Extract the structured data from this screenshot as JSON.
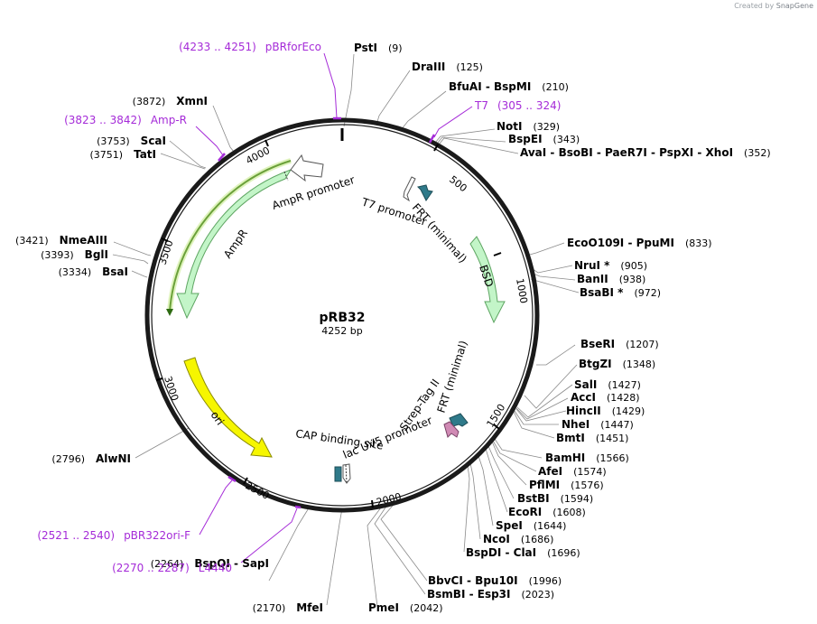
{
  "credit": {
    "created_by": "Created by",
    "app": "SnapGene"
  },
  "plasmid": {
    "name": "pRB32",
    "length": 4252,
    "length_label": "4252 bp"
  },
  "colors": {
    "backbone": "#1a1a1a",
    "primer": "#a52bd8",
    "leader": "#8a8a8a",
    "feature_green": "#c3f5c8",
    "feature_green_stroke": "#5ea562",
    "ori_yellow": "#f6f600",
    "ori_stroke": "#8a8a00",
    "frt_teal": "#2f7a8a",
    "strep_pink": "#d08ab4"
  },
  "ticks": [
    "500",
    "1000",
    "1500",
    "2000",
    "2500",
    "3000",
    "3500",
    "4000"
  ],
  "enzymes": [
    {
      "label": "PstI",
      "pos": "(9)"
    },
    {
      "label": "DraIII",
      "pos": "(125)"
    },
    {
      "label": "BfuAI  -  BspMI",
      "pos": "(210)"
    },
    {
      "label": "NotI",
      "pos": "(329)"
    },
    {
      "label": "BspEI",
      "pos": "(343)"
    },
    {
      "label": "AvaI  -  BsoBI  -  PaeR7I  -  PspXI  -  XhoI",
      "pos": "(352)"
    },
    {
      "label": "EcoO109I  -  PpuMI",
      "pos": "(833)"
    },
    {
      "label": "NruI *",
      "pos": "(905)"
    },
    {
      "label": "BanII",
      "pos": "(938)"
    },
    {
      "label": "BsaBI *",
      "pos": "(972)"
    },
    {
      "label": "BseRI",
      "pos": "(1207)"
    },
    {
      "label": "BtgZI",
      "pos": "(1348)"
    },
    {
      "label": "SalI",
      "pos": "(1427)"
    },
    {
      "label": "AccI",
      "pos": "(1428)"
    },
    {
      "label": "HincII",
      "pos": "(1429)"
    },
    {
      "label": "NheI",
      "pos": "(1447)"
    },
    {
      "label": "BmtI",
      "pos": "(1451)"
    },
    {
      "label": "BamHI",
      "pos": "(1566)"
    },
    {
      "label": "AfeI",
      "pos": "(1574)"
    },
    {
      "label": "PflMI",
      "pos": "(1576)"
    },
    {
      "label": "BstBI",
      "pos": "(1594)"
    },
    {
      "label": "EcoRI",
      "pos": "(1608)"
    },
    {
      "label": "SpeI",
      "pos": "(1644)"
    },
    {
      "label": "NcoI",
      "pos": "(1686)"
    },
    {
      "label": "BspDI  -  ClaI",
      "pos": "(1696)"
    },
    {
      "label": "BbvCI  -  Bpu10I",
      "pos": "(1996)"
    },
    {
      "label": "BsmBI  -  Esp3I",
      "pos": "(2023)"
    },
    {
      "label": "PmeI",
      "pos": "(2042)"
    },
    {
      "label": "MfeI",
      "pos": "(2170)"
    },
    {
      "label": "BspQI  -  SapI",
      "pos": "(2264)"
    },
    {
      "label": "AlwNI",
      "pos": "(2796)"
    },
    {
      "label": "BsaI",
      "pos": "(3334)"
    },
    {
      "label": "BglI",
      "pos": "(3393)"
    },
    {
      "label": "NmeAIII",
      "pos": "(3421)"
    },
    {
      "label": "TatI",
      "pos": "(3751)"
    },
    {
      "label": "ScaI",
      "pos": "(3753)"
    },
    {
      "label": "XmnI",
      "pos": "(3872)"
    }
  ],
  "primers": [
    {
      "range": "(4233 .. 4251)",
      "name": "pBRforEco"
    },
    {
      "range": "(305 .. 324)",
      "name": "T7"
    },
    {
      "range": "(3823 .. 3842)",
      "name": "Amp-R"
    },
    {
      "range": "(2521 .. 2540)",
      "name": "pBR322ori-F"
    },
    {
      "range": "(2270 .. 2287)",
      "name": "L4440"
    }
  ],
  "features": [
    {
      "name": "AmpR promoter",
      "icon": "promoter-arrow"
    },
    {
      "name": "AmpR",
      "icon": "cds-arrow"
    },
    {
      "name": "T7 promoter",
      "icon": "promoter-arrow"
    },
    {
      "name": "FRT (minimal)",
      "icon": "frt-arrow"
    },
    {
      "name": "BSD",
      "icon": "cds-arrow"
    },
    {
      "name": "FRT (minimal)",
      "icon": "frt-arrow"
    },
    {
      "name": "Strep-Tag II",
      "icon": "tag-arrow"
    },
    {
      "name": "lac UV5 promoter",
      "icon": "promoter-arrow"
    },
    {
      "name": "CAP binding site",
      "icon": "protein-bind-box"
    },
    {
      "name": "ori",
      "icon": "rep-origin-arrow"
    }
  ]
}
